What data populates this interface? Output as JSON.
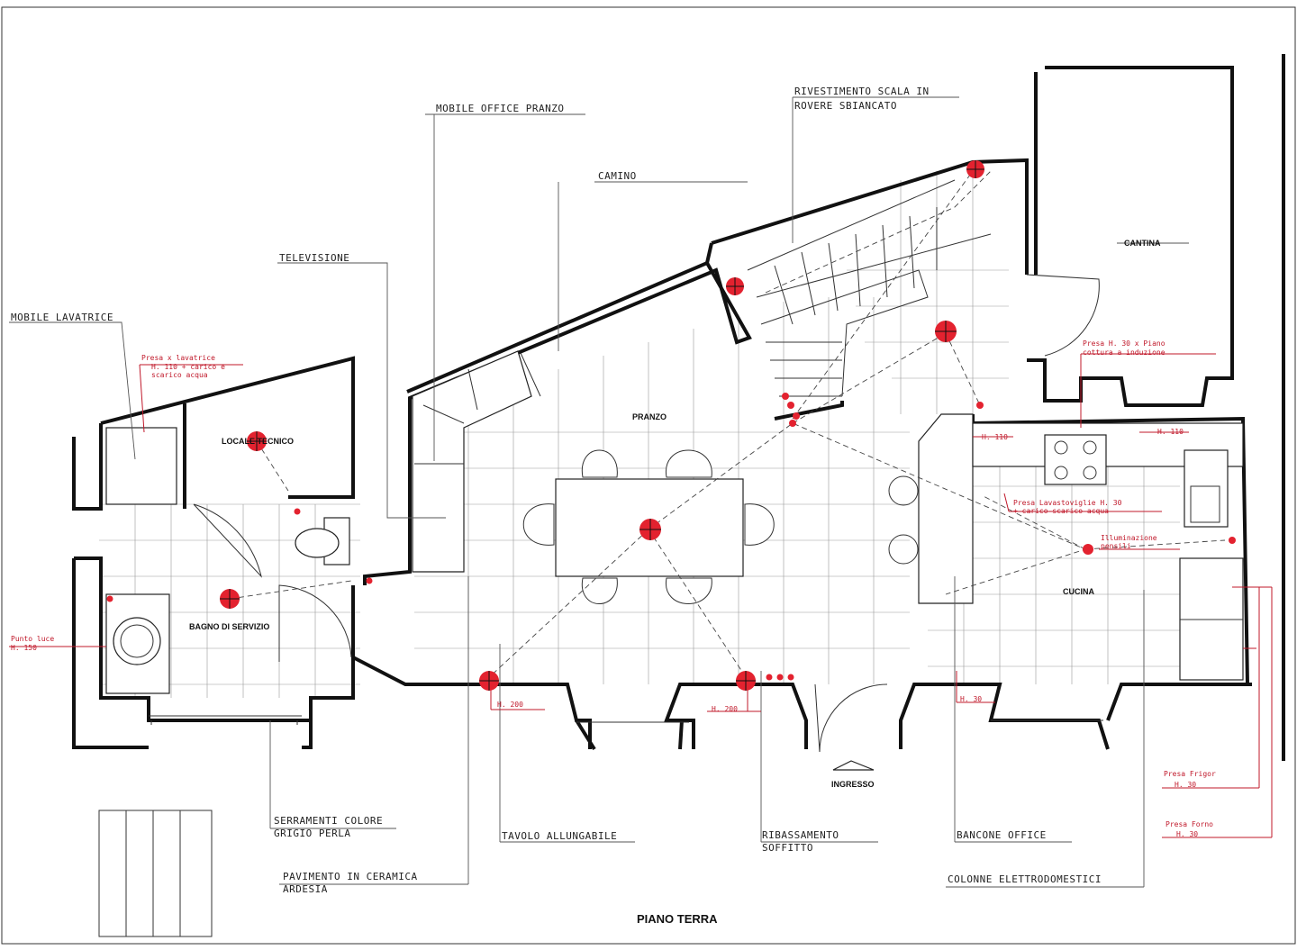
{
  "title": "PIANO TERRA",
  "rooms": {
    "locale_tecnico": "LOCALE TECNICO",
    "bagno": "BAGNO DI SERVIZIO",
    "pranzo": "PRANZO",
    "cucina": "CUCINA",
    "cantina": "CANTINA",
    "ingresso": "INGRESSO"
  },
  "labels": {
    "mobile_lavatrice": "MOBILE LAVATRICE",
    "televisione": "TELEVISIONE",
    "mobile_office": "MOBILE OFFICE PRANZO",
    "camino": "CAMINO",
    "rivestimento_1": "RIVESTIMENTO SCALA IN",
    "rivestimento_2": "ROVERE SBIANCATO",
    "serramenti_1": "SERRAMENTI COLORE",
    "serramenti_2": "GRIGIO PERLA",
    "pavimento_1": "PAVIMENTO IN CERAMICA",
    "pavimento_2": "ARDESIA",
    "tavolo": "TAVOLO ALLUNGABILE",
    "ribassamento_1": "RIBASSAMENTO",
    "ribassamento_2": "SOFFITTO",
    "bancone": "BANCONE OFFICE",
    "colonne": "COLONNE ELETTRODOMESTICI"
  },
  "notes": {
    "presa_lavatrice_1": "Presa x lavatrice",
    "presa_lavatrice_2": "H. 110 + carico e",
    "presa_lavatrice_3": "scarico acqua",
    "punto_luce_1": "Punto luce",
    "punto_luce_2": "H. 150",
    "h200_a": "H. 200",
    "h200_b": "H. 200",
    "h30": "H. 30",
    "h110_a": "H. 110",
    "h110_b": "H. 110",
    "presa_piano_1": "Presa H. 30 x Piano",
    "presa_piano_2": "cottura a induzione",
    "presa_lavast_1": "Presa Lavastoviglie H. 30",
    "presa_lavast_2": "+ carico-scarico acqua",
    "illum_1": "Illuminazione",
    "illum_2": "pensili",
    "frigor_1": "Presa Frigor",
    "frigor_2": "H. 30",
    "forno_1": "Presa Forno",
    "forno_2": "H. 30"
  },
  "colors": {
    "accent": "#e3222f",
    "annotation": "#c0182a",
    "wall": "#111111"
  }
}
